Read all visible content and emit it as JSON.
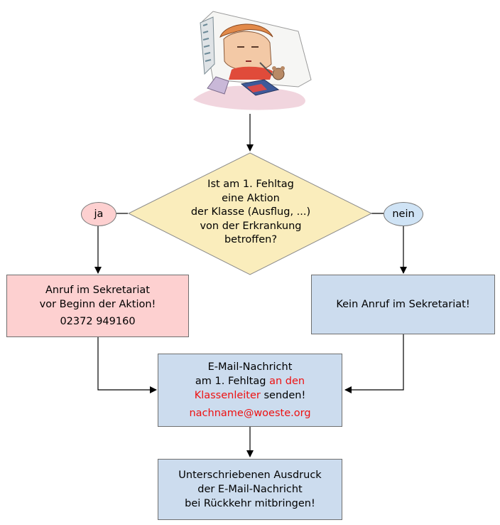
{
  "decision": {
    "lines": [
      "Ist am 1. Fehltag",
      "eine Aktion",
      "der Klasse (Ausflug, ...)",
      "von der Erkrankung",
      "betroffen?"
    ]
  },
  "labels": {
    "yes": "ja",
    "no": "nein"
  },
  "yes_box": {
    "line1": "Anruf im Sekretariat",
    "line2": "vor Beginn der Aktion!",
    "phone": "02372 949160"
  },
  "no_box": {
    "text": "Kein Anruf im Sekretariat!"
  },
  "email_box": {
    "line1": "E-Mail-Nachricht",
    "line2_prefix": "am 1. Fehltag ",
    "line2_red": "an den",
    "line3_red": "Klassenleiter",
    "line3_suffix": " senden!",
    "address": "nachname@woeste.org"
  },
  "final_box": {
    "lines": [
      "Unterschriebenen Ausdruck",
      "der E-Mail-Nachricht",
      "bei Rückkehr mitbringen!"
    ]
  },
  "colors": {
    "pink": "#fdd0d0",
    "blue_box": "#ccdcee",
    "diamond": "#faedbc",
    "highlight": "#ee1111",
    "pill_blue": "#cfe3f5"
  }
}
